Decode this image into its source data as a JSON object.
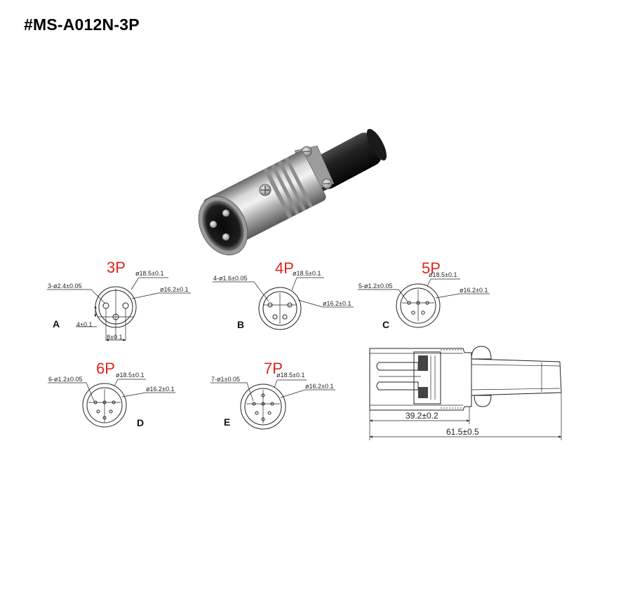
{
  "title": "#MS-A012N-3P",
  "colors": {
    "pin_label": "#e0231c",
    "line": "#222222"
  },
  "pinouts": [
    {
      "id": "A",
      "pins": "3P",
      "outer": "ø18.5±0.1",
      "inner": "ø16.2±0.1",
      "holes": "3-ø2.4±0.05",
      "dim_v": "4±0.1",
      "dim_h": "8±0.1"
    },
    {
      "id": "B",
      "pins": "4P",
      "outer": "ø18.5±0.1",
      "inner": "ø16.2±0.1",
      "holes": "4-ø1.6±0.05"
    },
    {
      "id": "C",
      "pins": "5P",
      "outer": "ø18.5±0.1",
      "inner": "ø16.2±0.1",
      "holes": "5-ø1.2±0.05"
    },
    {
      "id": "D",
      "pins": "6P",
      "outer": "ø18.5±0.1",
      "inner": "ø16.2±0.1",
      "holes": "6-ø1.2±0.05"
    },
    {
      "id": "E",
      "pins": "7P",
      "outer": "ø18.5±0.1",
      "inner": "ø16.2±0.1",
      "holes": "7-ø1±0.05"
    }
  ],
  "side_view": {
    "dim_inner": "39.2±0.2",
    "dim_total": "61.5±0.5"
  }
}
